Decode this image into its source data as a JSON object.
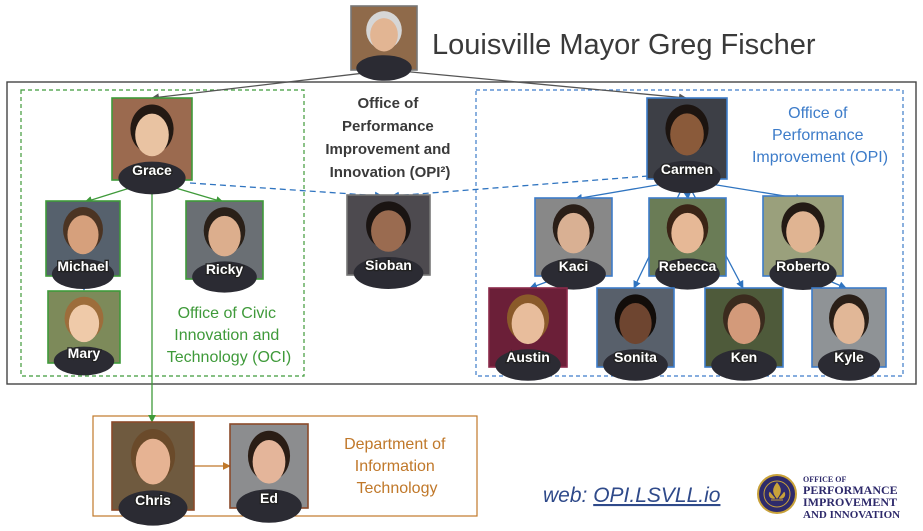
{
  "title": "Louisville Mayor Greg Fischer",
  "opi2": {
    "lines": [
      "Office of",
      "Performance",
      "Improvement and",
      "Innovation (OPI²)"
    ]
  },
  "oci": {
    "lines": [
      "Office of Civic",
      "Innovation and",
      "Technology (OCI)"
    ],
    "color": "#3f9a3a"
  },
  "opi": {
    "lines": [
      "Office of",
      "Performance",
      "Improvement (OPI)"
    ],
    "color": "#3d7cc9"
  },
  "dit": {
    "lines": [
      "Department of",
      "Information",
      "Technology"
    ],
    "color": "#c0782a"
  },
  "people": {
    "mayor": {
      "name": ""
    },
    "grace": {
      "name": "Grace"
    },
    "michael": {
      "name": "Michael"
    },
    "ricky": {
      "name": "Ricky"
    },
    "mary": {
      "name": "Mary"
    },
    "sioban": {
      "name": "Sioban"
    },
    "carmen": {
      "name": "Carmen"
    },
    "kaci": {
      "name": "Kaci"
    },
    "rebecca": {
      "name": "Rebecca"
    },
    "roberto": {
      "name": "Roberto"
    },
    "austin": {
      "name": "Austin"
    },
    "sonita": {
      "name": "Sonita"
    },
    "ken": {
      "name": "Ken"
    },
    "kyle": {
      "name": "Kyle"
    },
    "chris": {
      "name": "Chris"
    },
    "ed": {
      "name": "Ed"
    }
  },
  "web": {
    "prefix": "web: ",
    "link": "OPI.LSVLL.io"
  },
  "logo": {
    "lines": [
      "OFFICE OF",
      "PERFORMANCE",
      "IMPROVEMENT",
      "AND INNOVATION"
    ]
  }
}
